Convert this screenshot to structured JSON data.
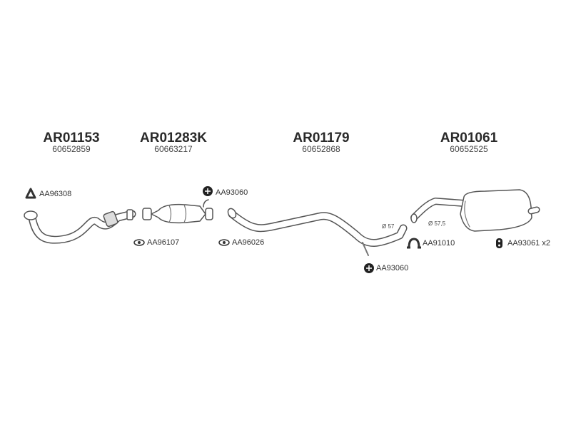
{
  "parts": [
    {
      "code": "AR01153",
      "oem": "60652859"
    },
    {
      "code": "AR01283K",
      "oem": "60663217"
    },
    {
      "code": "AR01179",
      "oem": "60652868"
    },
    {
      "code": "AR01061",
      "oem": "60652525"
    }
  ],
  "accessories": [
    {
      "code": "AA96308",
      "icon": "triangle-gasket-icon"
    },
    {
      "code": "AA93060",
      "icon": "rubber-mount-icon"
    },
    {
      "code": "AA96107",
      "icon": "oval-gasket-icon"
    },
    {
      "code": "AA96026",
      "icon": "oval-gasket-icon"
    },
    {
      "code": "AA93060",
      "icon": "rubber-mount-icon"
    },
    {
      "code": "AA91010",
      "icon": "clamp-icon"
    },
    {
      "code": "AA93061 x2",
      "icon": "rubber-hanger-icon"
    }
  ],
  "diameters": [
    "Ø 57",
    "Ø 57,5"
  ]
}
